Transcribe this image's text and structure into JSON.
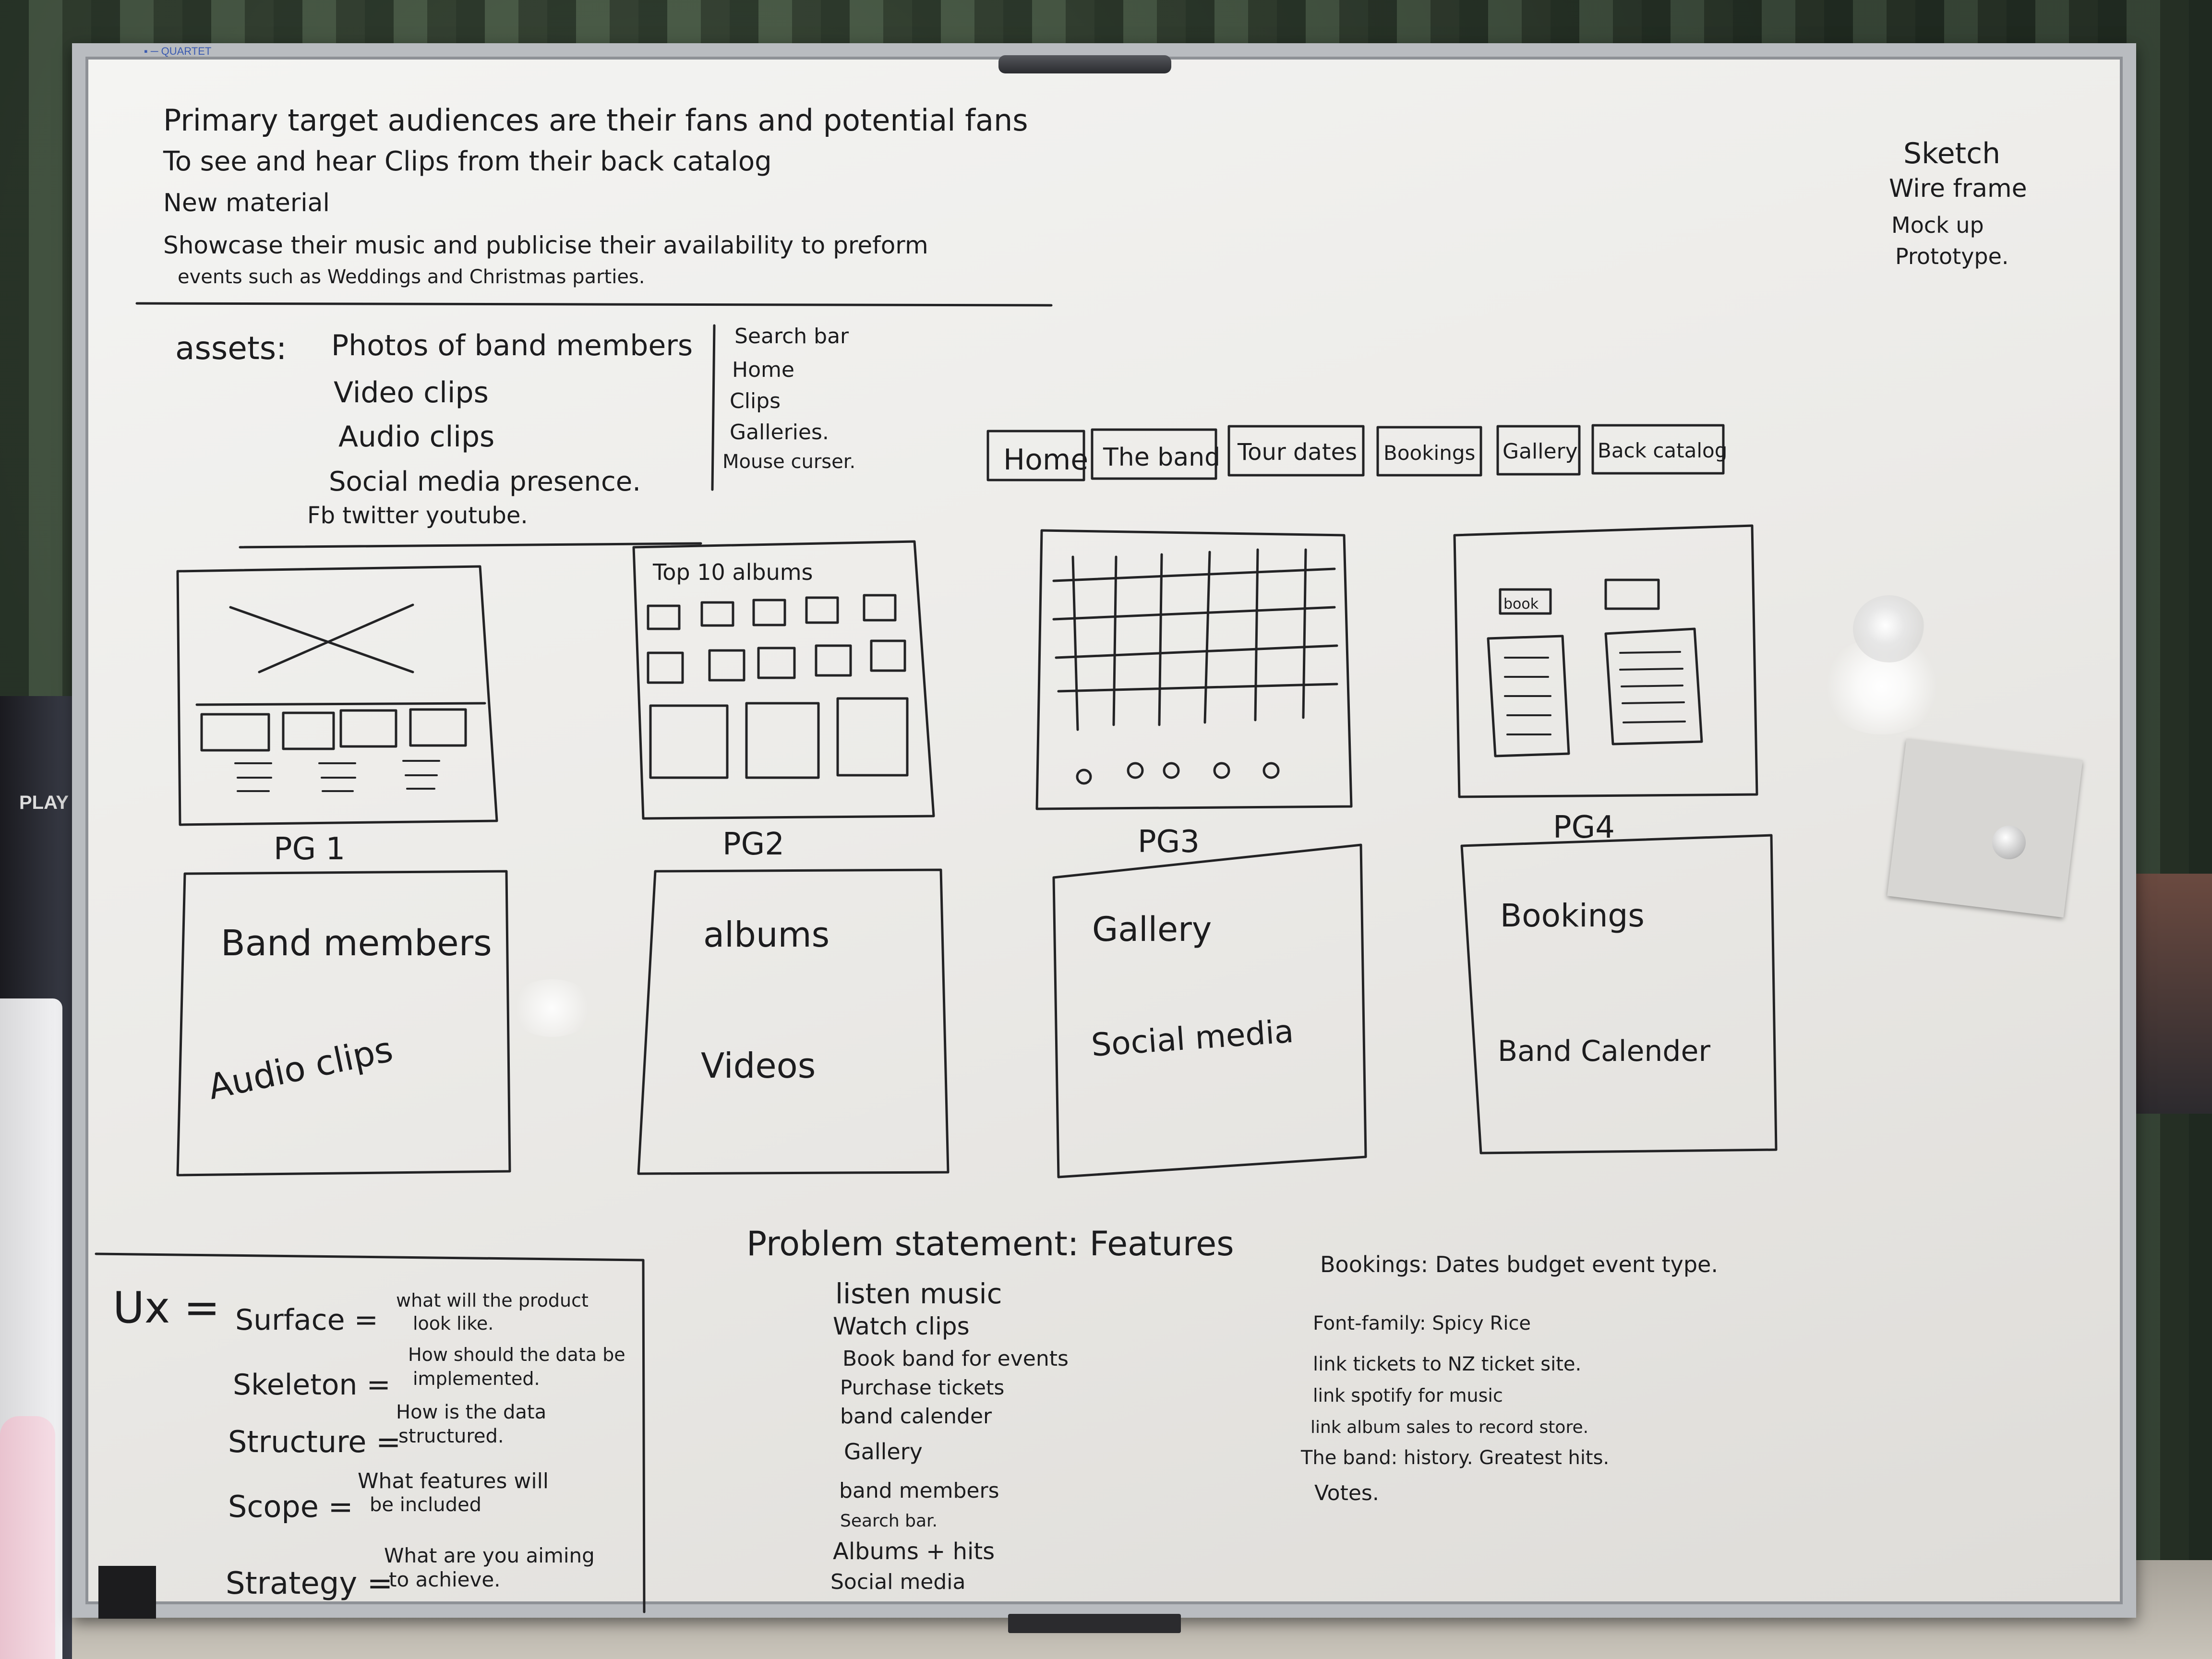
{
  "header_notes": [
    "Primary target audiences are their fans and potential fans",
    "To see and hear Clips from their back catalog",
    "New material",
    "Showcase their music and publicise their availability to preform",
    "events such as Weddings and Christmas parties."
  ],
  "design_stages": [
    "Sketch",
    "Wire frame",
    "Mock up",
    "Prototype."
  ],
  "assets": {
    "label": "assets:",
    "items": [
      "Photos of band members",
      "Video clips",
      "Audio clips",
      "Social media presence.",
      "Fb twitter youtube."
    ]
  },
  "ui_elements": [
    "Search bar",
    "Home",
    "Clips",
    "Galleries.",
    "Mouse curser."
  ],
  "nav_buttons": [
    "Home",
    "The band",
    "Tour dates",
    "Bookings",
    "Gallery",
    "Back catalog"
  ],
  "wireframes": [
    {
      "label": "PG 1",
      "content": [
        "Band members",
        "Audio clips"
      ]
    },
    {
      "label": "PG2",
      "header": "Top 10 albums",
      "content": [
        "albums",
        "Videos"
      ]
    },
    {
      "label": "PG3",
      "content": [
        "Gallery",
        "Social media"
      ]
    },
    {
      "label": "PG4",
      "badge": "book",
      "content": [
        "Bookings",
        "Band Calender"
      ]
    }
  ],
  "ux": {
    "title": "Ux =",
    "rows": [
      {
        "term": "Surface =",
        "desc_1": "what will the product",
        "desc_2": "look like."
      },
      {
        "term": "Skeleton =",
        "desc_1": "How should the data be",
        "desc_2": "implemented."
      },
      {
        "term": "Structure =",
        "desc_1": "How is the data",
        "desc_2": "structured."
      },
      {
        "term": "Scope =",
        "desc_1": "What features will",
        "desc_2": "be included"
      },
      {
        "term": "Strategy =",
        "desc_1": "What are you aiming",
        "desc_2": "to achieve."
      }
    ]
  },
  "problem_statement": {
    "title": "Problem statement: Features",
    "items": [
      "listen music",
      "Watch clips",
      "Book band for events",
      "Purchase tickets",
      "band calender",
      "Gallery",
      "band members",
      "Search bar.",
      "Albums + hits",
      "Social media"
    ]
  },
  "notes_right": [
    "Bookings: Dates budget event type.",
    "Font-family: Spicy Rice",
    "link tickets to NZ ticket site.",
    "link spotify for music",
    "link album sales to record store.",
    "The band: history. Greatest hits.",
    "Votes."
  ]
}
